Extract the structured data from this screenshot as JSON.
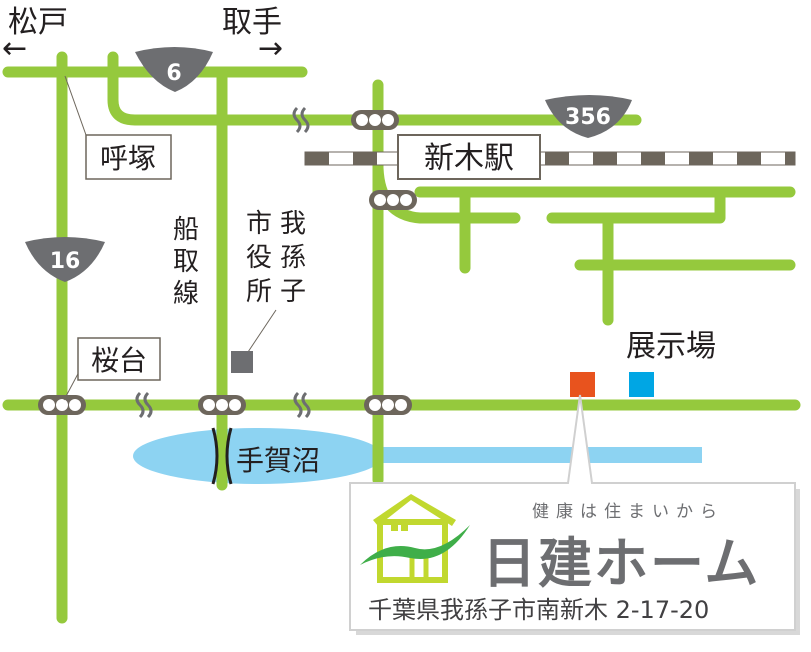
{
  "directions": {
    "left": "松戸",
    "right": "取手",
    "left_arrow": "←",
    "right_arrow": "→"
  },
  "routes": [
    "6",
    "356",
    "16"
  ],
  "stations": {
    "yobizuka": "呼塚",
    "sakuradai": "桜台",
    "shinkiba": "新木駅"
  },
  "places": {
    "city_hall": [
      "我",
      "孫",
      "子",
      "市",
      "役",
      "所"
    ],
    "funatori_line": [
      "船",
      "取",
      "線"
    ],
    "lake": "手賀沼",
    "showroom": "展示場"
  },
  "company": {
    "tagline": "健康は住まいから",
    "name": "日建ホーム",
    "address": "千葉県我孫子市南新木 2-17-20"
  },
  "colors": {
    "road": "#95c93d",
    "water": "#8dd3f2",
    "shield": "#6d6e71",
    "home_marker": "#e8531e",
    "showroom_marker": "#00a6e4",
    "logo_house": "#c1d82f",
    "logo_swoosh": "#3fae49"
  }
}
